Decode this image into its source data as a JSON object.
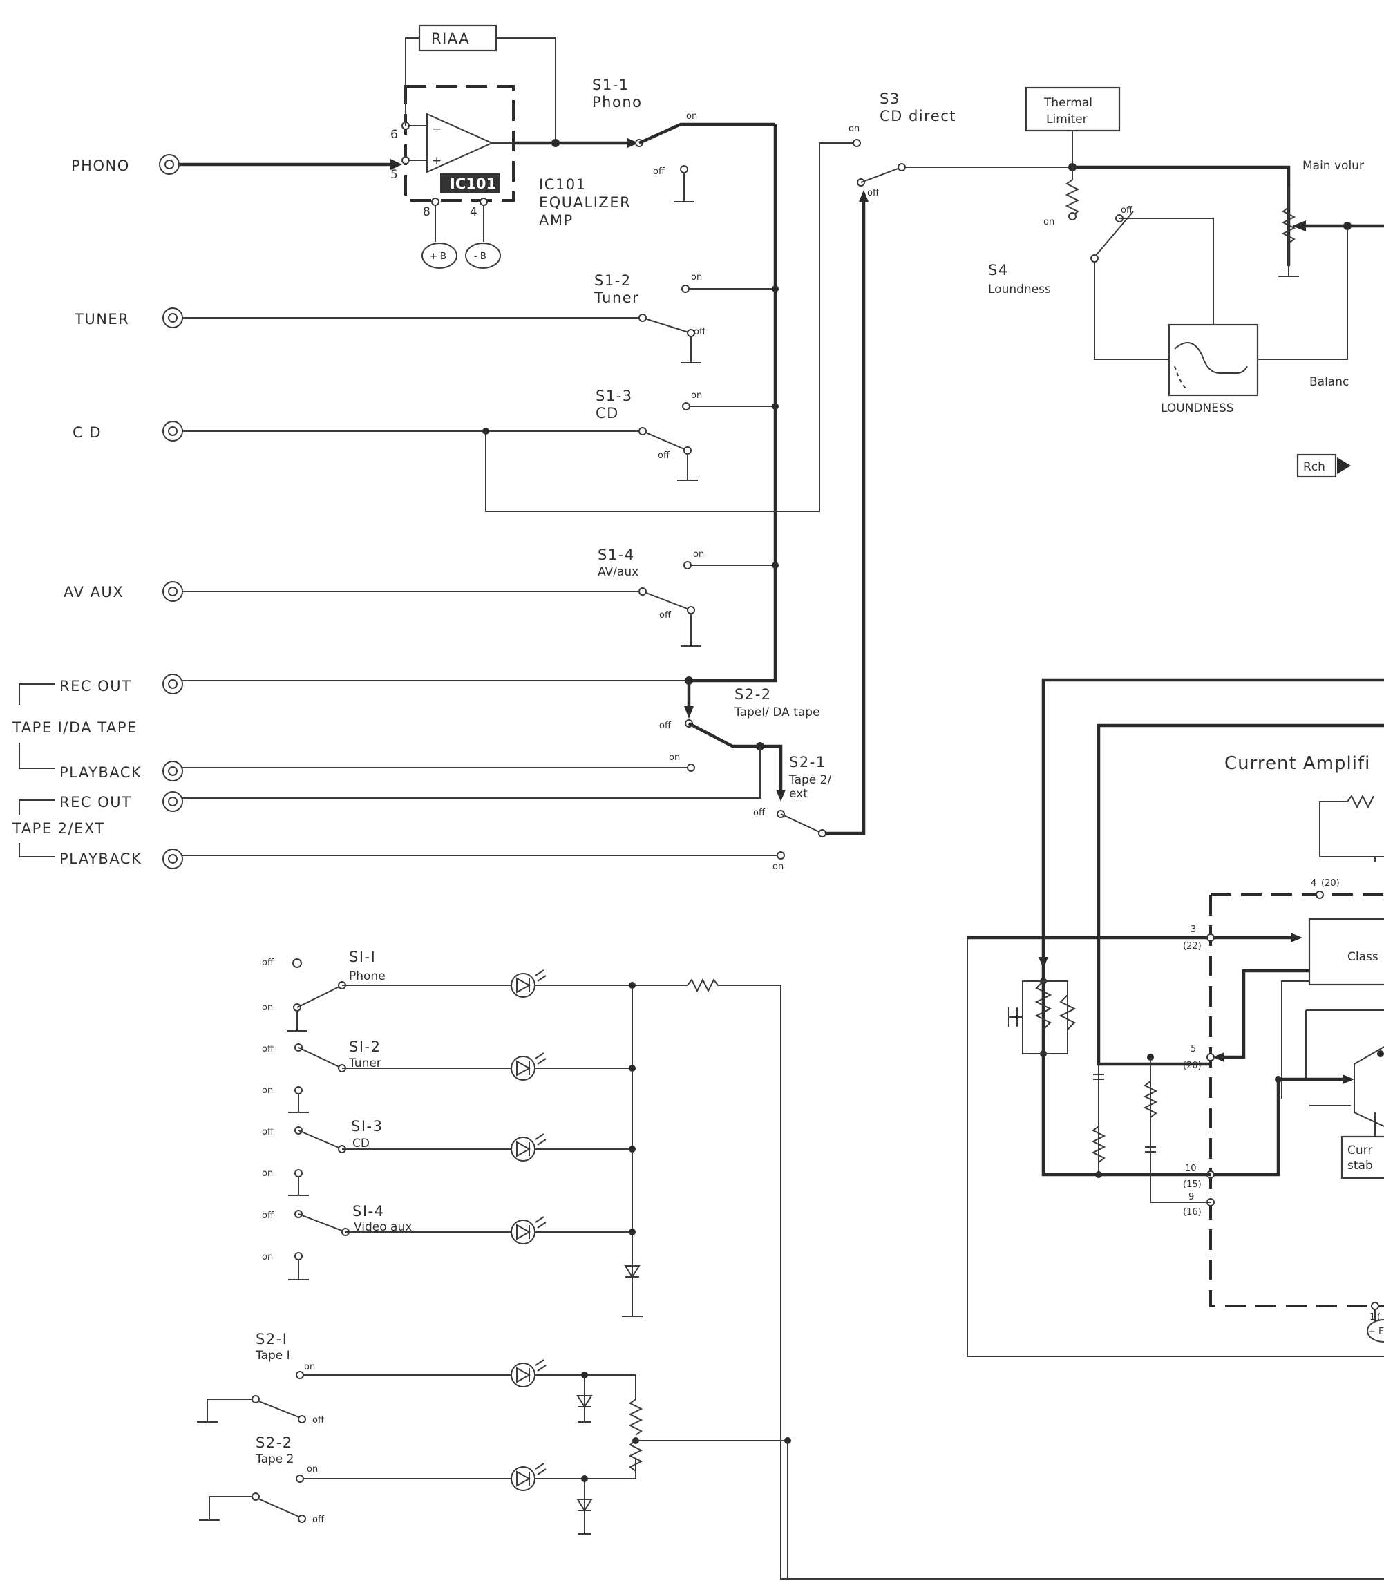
{
  "inputs": {
    "phono": "PHONO",
    "tuner": "TUNER",
    "cd": "C D",
    "av_aux": "AV AUX",
    "rec_out_1": "REC OUT",
    "tape1_da_tape": "TAPE I/DA TAPE",
    "playback_1": "PLAYBACK",
    "rec_out_2": "REC OUT",
    "tape2_ext": "TAPE 2/EXT",
    "playback_2": "PLAYBACK"
  },
  "equalizer": {
    "riaa": "RIAA",
    "ic_name": "IC101",
    "desc_line1": "IC101",
    "desc_line2": "EQUALIZER",
    "desc_line3": "AMP",
    "pin6": "6",
    "pin5": "5",
    "pin8": "8",
    "pin4": "4",
    "plus_b": "+ B",
    "minus_b": "- B",
    "minus_sign": "−",
    "plus_sign": "+"
  },
  "switches": {
    "s1_1_id": "S1-1",
    "s1_1_name": "Phono",
    "s1_2_id": "S1-2",
    "s1_2_name": "Tuner",
    "s1_3_id": "S1-3",
    "s1_3_name": "CD",
    "s1_4_id": "S1-4",
    "s1_4_name": "AV/aux",
    "s2_2_id": "S2-2",
    "s2_2_name": "TapeI/ DA tape",
    "s2_1_id": "S2-1",
    "s2_1_name_line1": "Tape 2/",
    "s2_1_name_line2": "ext",
    "s3_id": "S3",
    "s3_name": "CD direct",
    "s4_id": "S4",
    "s4_name": "Loundness",
    "on": "on",
    "off": "off"
  },
  "signal_path": {
    "thermal_line1": "Thermal",
    "thermal_line2": "Limiter",
    "main_volume": "Main volur",
    "loundness_block": "LOUNDNESS",
    "balance": "Balanc",
    "rch": "Rch"
  },
  "led_section": {
    "s1_1_id": "SI-I",
    "s1_1_name": "Phone",
    "s1_2_id": "SI-2",
    "s1_2_name": "Tuner",
    "s1_3_id": "SI-3",
    "s1_3_name": "CD",
    "s1_4_id": "SI-4",
    "s1_4_name": "Video aux",
    "s2_1_id": "S2-I",
    "s2_1_name": "Tape I",
    "s2_2_id": "S2-2",
    "s2_2_name": "Tape 2"
  },
  "power_amp": {
    "title": "Current Amplifi",
    "class_block": "Class",
    "curr_line1": "Curr",
    "curr_line2": "stab",
    "pin4": "4",
    "pin4_alt": "(20)",
    "pin3": "3",
    "pin3_alt": "(22)",
    "pin5": "5",
    "pin5_alt": "(20)",
    "pin10": "10",
    "pin10_alt": "(15)",
    "pin9": "9",
    "pin9_alt": "(16)",
    "pin1": "1",
    "pin1_alt": "(",
    "plus_b": "+ E"
  }
}
